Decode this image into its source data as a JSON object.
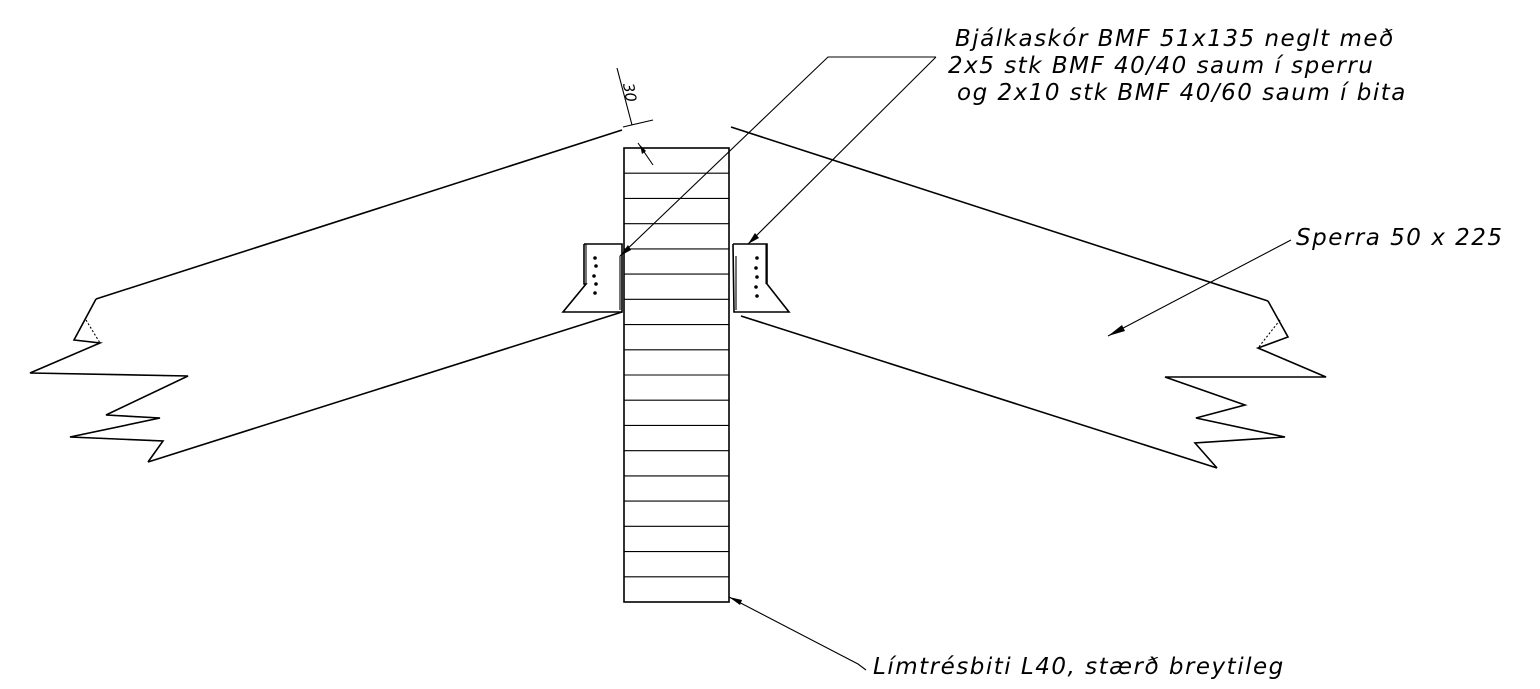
{
  "annotations": {
    "hanger_line1": "Bjálkaskór BMF 51x135 neglt með",
    "hanger_line2": "2x5 stk BMF 40/40 saum í sperru",
    "hanger_line3": "og 2x10 stk BMF 40/60 saum í bita",
    "rafter": "Sperra 50 x 225",
    "beam": "Límtrésbiti L40, stærð breytileg",
    "gap_dimension": "30"
  }
}
